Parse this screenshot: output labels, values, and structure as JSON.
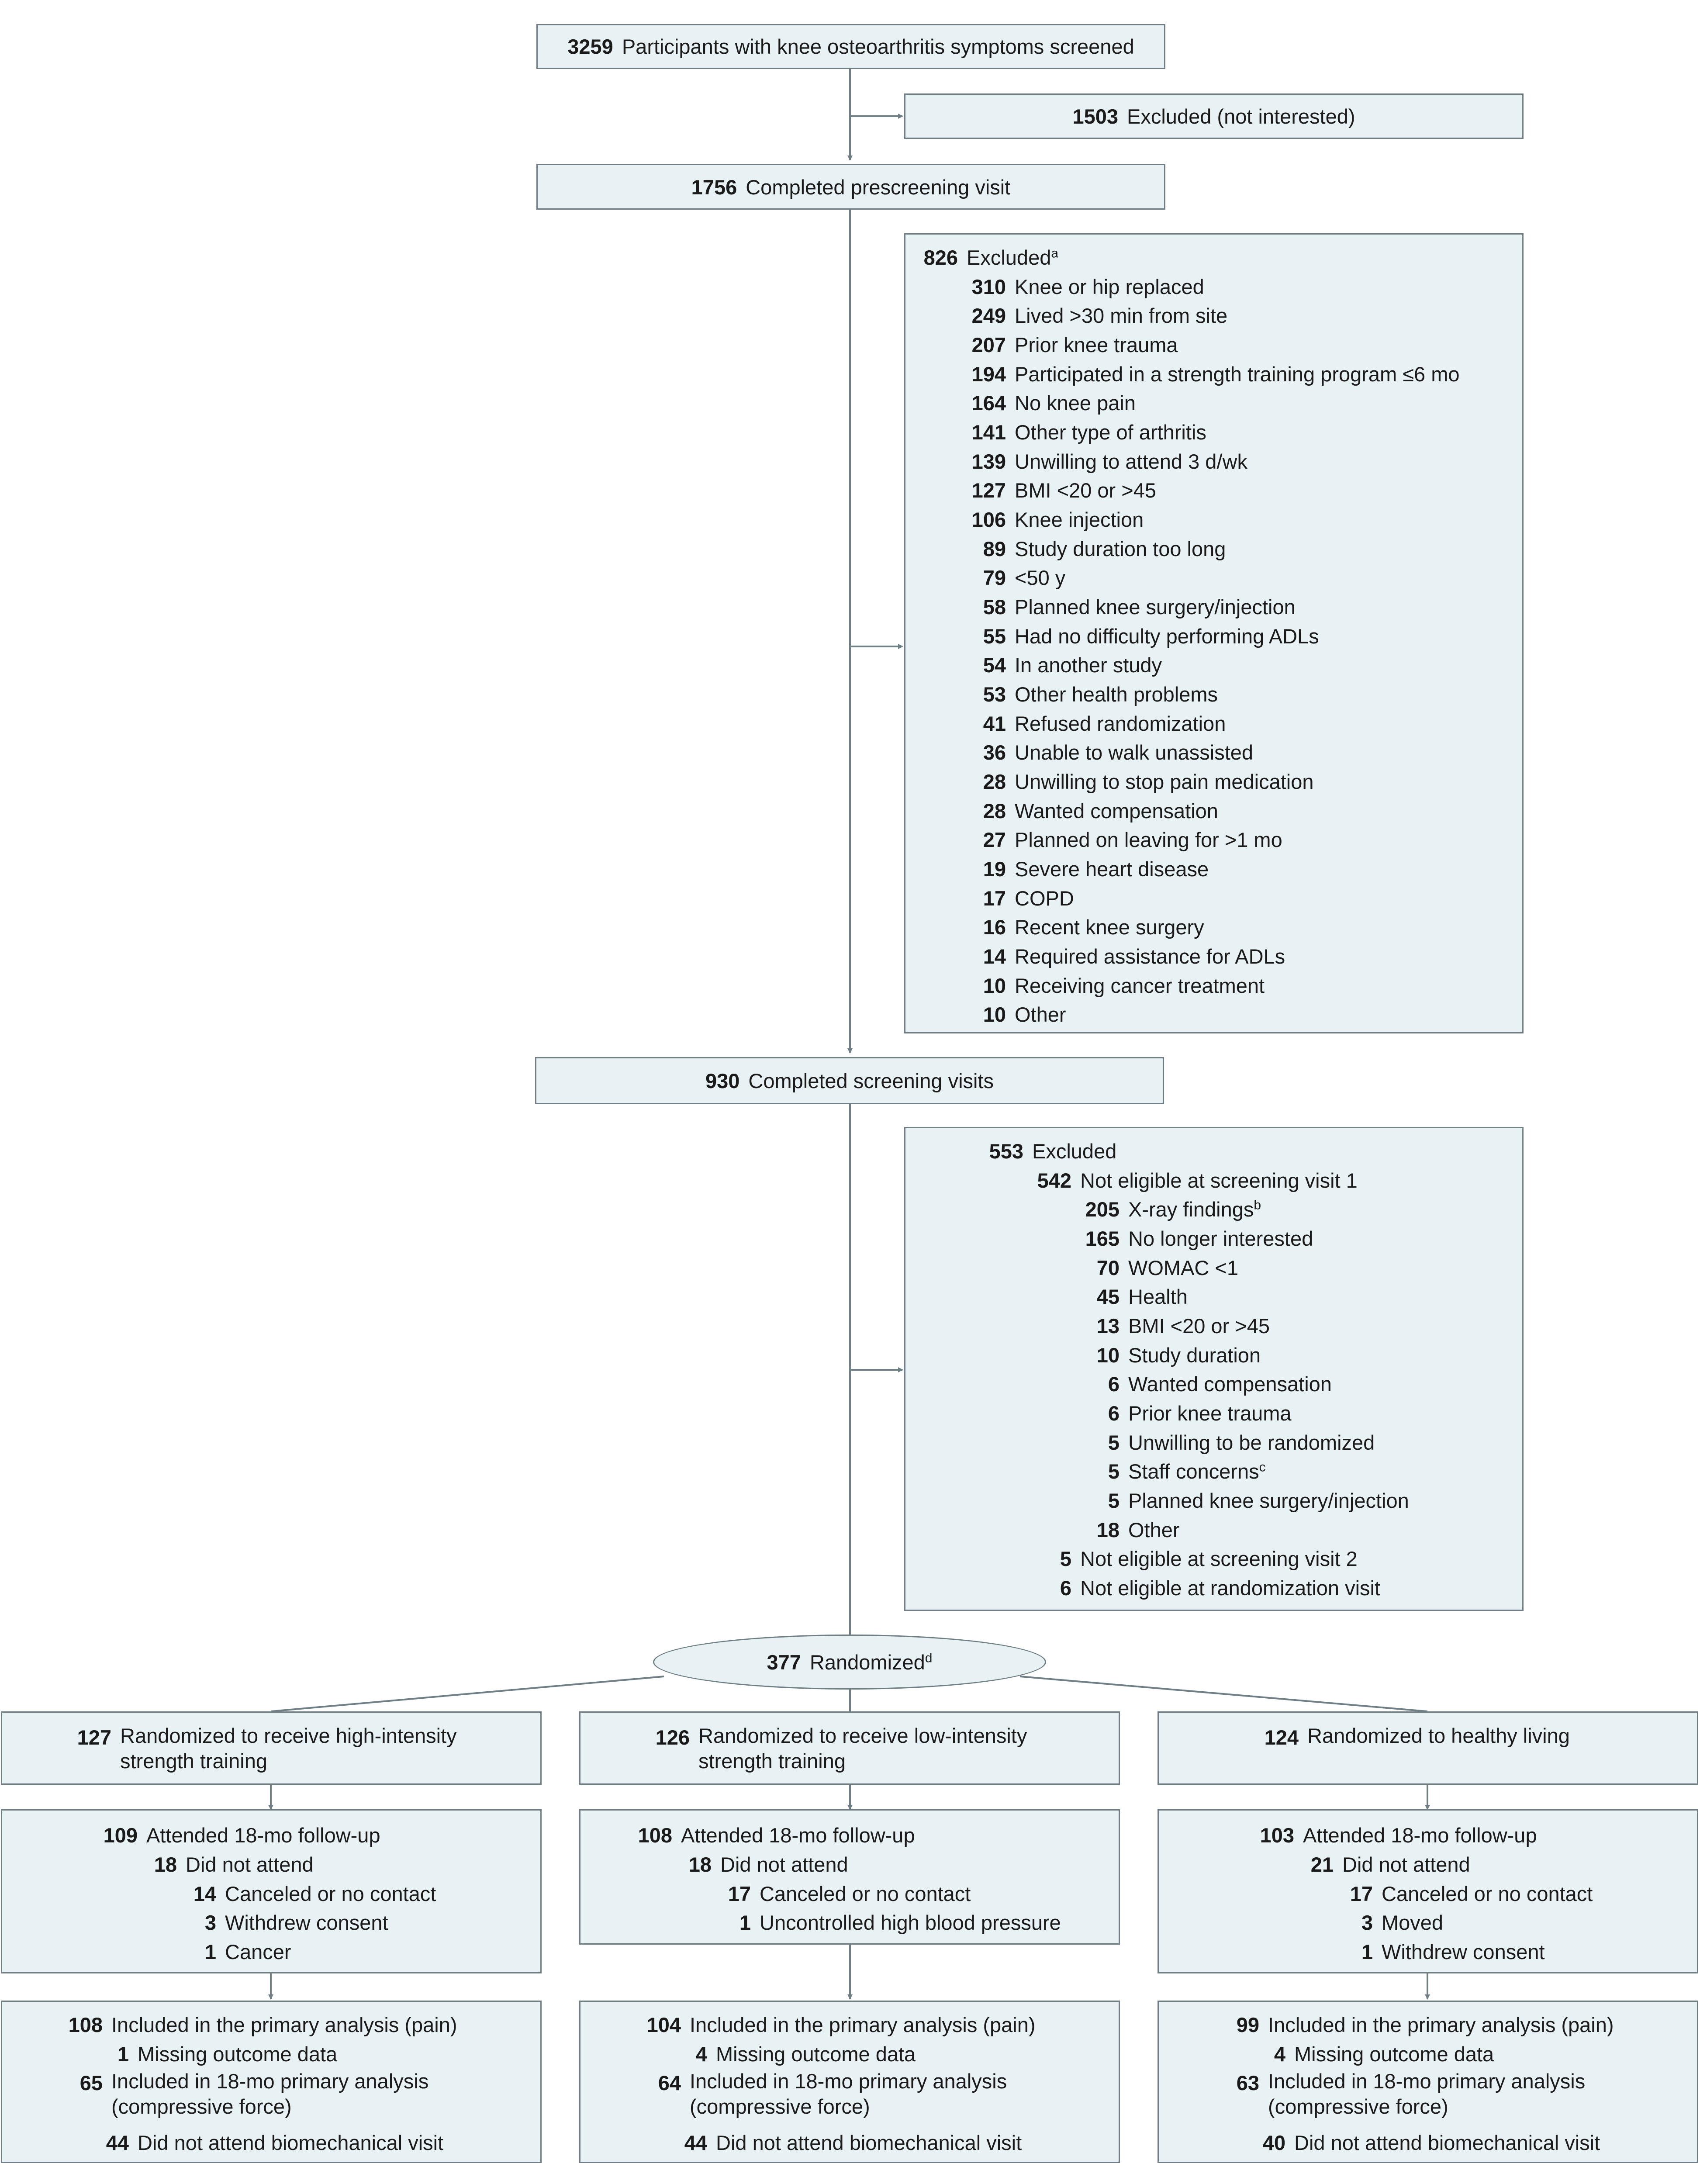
{
  "screened": {
    "n": "3259",
    "label": "Participants with knee osteoarthritis symptoms screened"
  },
  "excluded_not_interested": {
    "n": "1503",
    "label": "Excluded (not interested)"
  },
  "prescreening": {
    "n": "1756",
    "label": "Completed prescreening visit"
  },
  "prescreen_excluded": {
    "n": "826",
    "label": "Excluded",
    "sup": "a",
    "items": [
      {
        "n": "310",
        "label": "Knee or hip replaced"
      },
      {
        "n": "249",
        "label": "Lived >30 min from site"
      },
      {
        "n": "207",
        "label": "Prior knee trauma"
      },
      {
        "n": "194",
        "label": "Participated in a strength training program ≤6 mo"
      },
      {
        "n": "164",
        "label": "No knee pain"
      },
      {
        "n": "141",
        "label": "Other type of arthritis"
      },
      {
        "n": "139",
        "label": "Unwilling to attend 3 d/wk"
      },
      {
        "n": "127",
        "label": "BMI <20 or >45"
      },
      {
        "n": "106",
        "label": "Knee injection"
      },
      {
        "n": "89",
        "label": "Study duration too long"
      },
      {
        "n": "79",
        "label": "<50 y"
      },
      {
        "n": "58",
        "label": "Planned knee surgery/injection"
      },
      {
        "n": "55",
        "label": "Had no difficulty performing ADLs"
      },
      {
        "n": "54",
        "label": "In another study"
      },
      {
        "n": "53",
        "label": "Other health problems"
      },
      {
        "n": "41",
        "label": "Refused randomization"
      },
      {
        "n": "36",
        "label": "Unable to walk unassisted"
      },
      {
        "n": "28",
        "label": "Unwilling to stop pain medication"
      },
      {
        "n": "28",
        "label": "Wanted compensation"
      },
      {
        "n": "27",
        "label": "Planned on leaving for >1 mo"
      },
      {
        "n": "19",
        "label": "Severe heart disease"
      },
      {
        "n": "17",
        "label": "COPD"
      },
      {
        "n": "16",
        "label": "Recent knee surgery"
      },
      {
        "n": "14",
        "label": "Required assistance for ADLs"
      },
      {
        "n": "10",
        "label": "Receiving cancer treatment"
      },
      {
        "n": "10",
        "label": "Other"
      }
    ]
  },
  "screening": {
    "n": "930",
    "label": "Completed screening visits"
  },
  "screen_excluded": {
    "n": "553",
    "label": "Excluded",
    "visit1": {
      "n": "542",
      "label": "Not eligible at screening visit 1"
    },
    "items": [
      {
        "n": "205",
        "label": "X-ray findings",
        "sup": "b"
      },
      {
        "n": "165",
        "label": "No longer interested"
      },
      {
        "n": "70",
        "label": "WOMAC <1"
      },
      {
        "n": "45",
        "label": "Health"
      },
      {
        "n": "13",
        "label": "BMI <20 or >45"
      },
      {
        "n": "10",
        "label": "Study duration"
      },
      {
        "n": "6",
        "label": "Wanted compensation"
      },
      {
        "n": "6",
        "label": "Prior knee trauma"
      },
      {
        "n": "5",
        "label": "Unwilling to be randomized"
      },
      {
        "n": "5",
        "label": "Staff concerns",
        "sup": "c"
      },
      {
        "n": "5",
        "label": "Planned knee surgery/injection"
      },
      {
        "n": "18",
        "label": "Other"
      }
    ],
    "visit2": {
      "n": "5",
      "label": "Not eligible at screening visit 2"
    },
    "randvisit": {
      "n": "6",
      "label": "Not eligible at randomization visit"
    }
  },
  "randomized": {
    "n": "377",
    "label": "Randomized",
    "sup": "d"
  },
  "arms": [
    {
      "n": "127",
      "label": "Randomized to receive high-intensity strength training",
      "followup": {
        "attended": {
          "n": "109",
          "label": "Attended 18-mo follow-up"
        },
        "did_not": {
          "n": "18",
          "label": "Did not attend"
        },
        "reasons": [
          {
            "n": "14",
            "label": "Canceled or no contact"
          },
          {
            "n": "3",
            "label": "Withdrew consent"
          },
          {
            "n": "1",
            "label": "Cancer"
          }
        ]
      },
      "analysis": {
        "primary": {
          "n": "108",
          "label": "Included in the primary analysis (pain)"
        },
        "missing": {
          "n": "1",
          "label": "Missing outcome data"
        },
        "compressive": {
          "n": "65",
          "label": "Included in 18-mo primary analysis (compressive force)"
        },
        "biomech": {
          "n": "44",
          "label": "Did not attend biomechanical visit"
        }
      }
    },
    {
      "n": "126",
      "label": "Randomized to receive low-intensity strength training",
      "followup": {
        "attended": {
          "n": "108",
          "label": "Attended 18-mo follow-up"
        },
        "did_not": {
          "n": "18",
          "label": "Did not attend"
        },
        "reasons": [
          {
            "n": "17",
            "label": "Canceled or no contact"
          },
          {
            "n": "1",
            "label": "Uncontrolled high blood pressure"
          }
        ]
      },
      "analysis": {
        "primary": {
          "n": "104",
          "label": "Included in the primary analysis (pain)"
        },
        "missing": {
          "n": "4",
          "label": "Missing outcome data"
        },
        "compressive": {
          "n": "64",
          "label": "Included in 18-mo primary analysis (compressive force)"
        },
        "biomech": {
          "n": "44",
          "label": "Did not attend biomechanical visit"
        }
      }
    },
    {
      "n": "124",
      "label": "Randomized to healthy living",
      "followup": {
        "attended": {
          "n": "103",
          "label": "Attended 18-mo follow-up"
        },
        "did_not": {
          "n": "21",
          "label": "Did not attend"
        },
        "reasons": [
          {
            "n": "17",
            "label": "Canceled or no contact"
          },
          {
            "n": "3",
            "label": "Moved"
          },
          {
            "n": "1",
            "label": "Withdrew consent"
          }
        ]
      },
      "analysis": {
        "primary": {
          "n": "99",
          "label": "Included in the primary analysis (pain)"
        },
        "missing": {
          "n": "4",
          "label": "Missing outcome data"
        },
        "compressive": {
          "n": "63",
          "label": "Included in 18-mo primary analysis (compressive force)"
        },
        "biomech": {
          "n": "40",
          "label": "Did not attend biomechanical visit"
        }
      }
    }
  ]
}
